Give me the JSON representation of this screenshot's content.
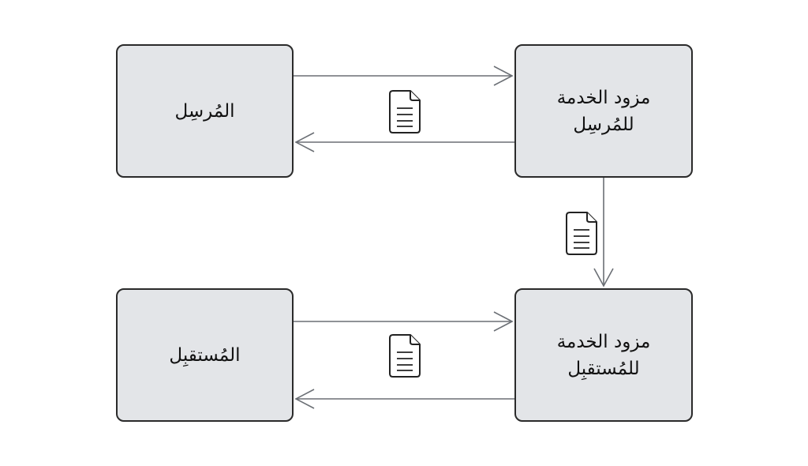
{
  "diagram": {
    "nodes": {
      "sender": {
        "label": "المُرسِل"
      },
      "sender_provider": {
        "label": "مزود الخدمة\nللمُرسِل"
      },
      "receiver": {
        "label": "المُستقبِل"
      },
      "receiver_provider": {
        "label": "مزود الخدمة\nللمُستقبِل"
      }
    },
    "edges": [
      {
        "from": "sender",
        "to": "sender_provider"
      },
      {
        "from": "sender_provider",
        "to": "sender"
      },
      {
        "from": "sender_provider",
        "to": "receiver_provider"
      },
      {
        "from": "receiver",
        "to": "receiver_provider"
      },
      {
        "from": "receiver_provider",
        "to": "receiver"
      }
    ],
    "icons": [
      "document-icon",
      "document-icon",
      "document-icon"
    ],
    "colors": {
      "node_fill": "#e3e5e8",
      "node_border": "#2a2a2a",
      "edge": "#6b6f75"
    }
  }
}
